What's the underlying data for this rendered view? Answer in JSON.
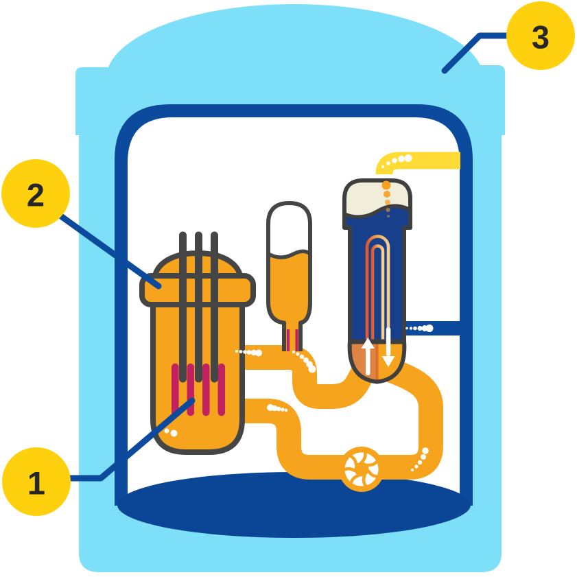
{
  "callouts": [
    {
      "label": "1"
    },
    {
      "label": "2"
    },
    {
      "label": "3"
    }
  ],
  "colors": {
    "cyan": "#7EDFF9",
    "brand-blue": "#0B4A9C",
    "pool-blue": "#0A4596",
    "sg-blue": "#183F8C",
    "amber": "#F6A41E",
    "steam-yellow": "#FFDB35",
    "callout-yellow": "#FFD00E",
    "magenta": "#C2215F",
    "cream": "#F1EDDB",
    "outline-gray": "#454545",
    "plenum-orange": "#E08443",
    "plenum-divider": "#D96F2F",
    "number-ink": "#262626"
  }
}
